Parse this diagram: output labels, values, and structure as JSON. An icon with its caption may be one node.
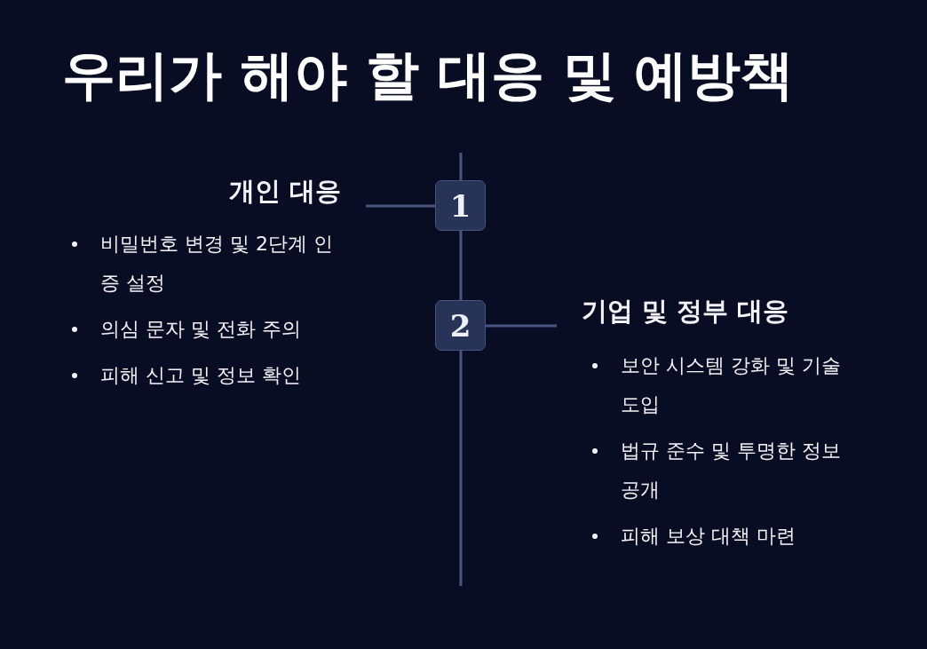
{
  "diagram": {
    "title": "우리가 해야 할 대응 및 예방책",
    "nodes": [
      {
        "text": [
          "개인 대응"
        ]
      },
      {
        "text": [
          "1"
        ]
      },
      {
        "text": [
          "2"
        ]
      },
      {
        "text": [
          "기업 및 정부 대응"
        ]
      }
    ],
    "edges": [
      {
        "from": 0,
        "to": 1,
        "arrow": "none"
      },
      {
        "from": 2,
        "to": 3,
        "arrow": "none"
      }
    ],
    "labels": [
      "비밀번호 변경 및 2단계 인증 설정",
      "의심 문자 및 전화 주의",
      "피해 신고 및 정보 확인",
      "보안 시스템 강화 및 기술 도입",
      "법규 준수 및 투명한 정보 공개",
      "피해 보상 대책 마련"
    ]
  }
}
